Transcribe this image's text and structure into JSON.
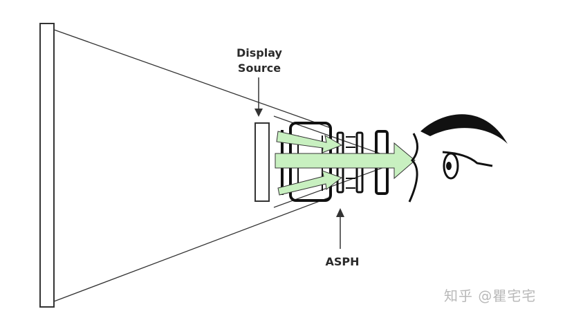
{
  "labels": {
    "display_line1": "Display",
    "display_line2": "Source",
    "asph": "ASPH"
  },
  "watermark": "知乎 @瞿宅宅",
  "colors": {
    "arrow_fill": "#c8f0c0",
    "stroke": "#1a1a1a",
    "text": "#2b2b2b",
    "watermark": "#b9b9b9"
  }
}
